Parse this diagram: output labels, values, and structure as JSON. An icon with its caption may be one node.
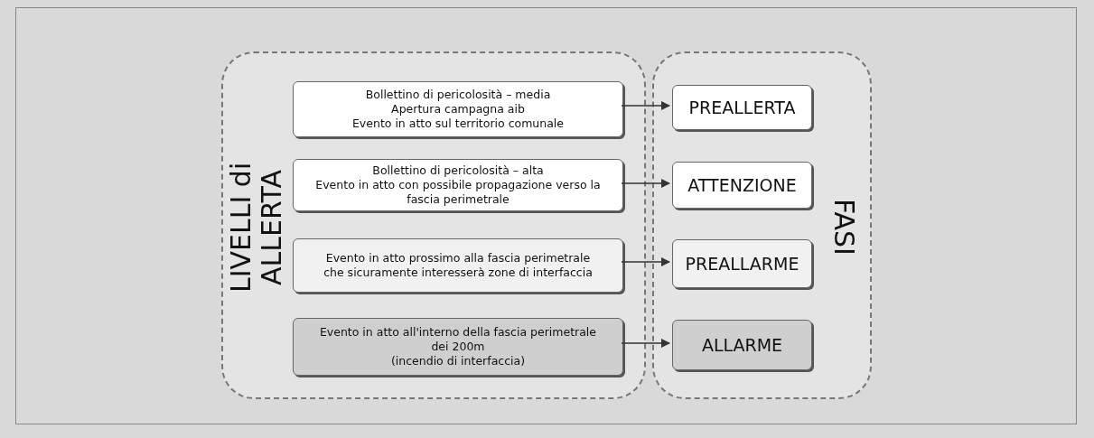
{
  "diagram": {
    "nodes": [
      {
        "text": [
          "LIVELLI di ALLERTA"
        ]
      },
      {
        "text": [
          "Bollettino di pericolosità – media",
          "Apertura campagna aib",
          "Evento in atto sul territorio comunale"
        ],
        "in": 0
      },
      {
        "text": [
          "Bollettino di pericolosità – alta",
          "Evento in atto con possibile propagazione verso la fascia perimetrale"
        ],
        "in": 0
      },
      {
        "text": [
          "Evento in atto prossimo alla fascia perimetrale che sicuramente interesserà zone di interfaccia"
        ],
        "in": 0
      },
      {
        "text": [
          "Evento in atto all'interno della fascia perimetrale dei 200m",
          "(incendio di interfaccia)"
        ],
        "in": 0
      },
      {
        "text": [
          "FASI"
        ]
      },
      {
        "text": [
          "PREALLERTA"
        ],
        "in": 5
      },
      {
        "text": [
          "ATTENZIONE"
        ],
        "in": 5
      },
      {
        "text": [
          "PREALLARME"
        ],
        "in": 5
      },
      {
        "text": [
          "ALLARME"
        ],
        "in": 5
      }
    ],
    "edges": [
      {
        "from": 1,
        "to": 6,
        "arrow": "to"
      },
      {
        "from": 2,
        "to": 7,
        "arrow": "to"
      },
      {
        "from": 3,
        "to": 8,
        "arrow": "to"
      },
      {
        "from": 4,
        "to": 9,
        "arrow": "to"
      }
    ]
  }
}
